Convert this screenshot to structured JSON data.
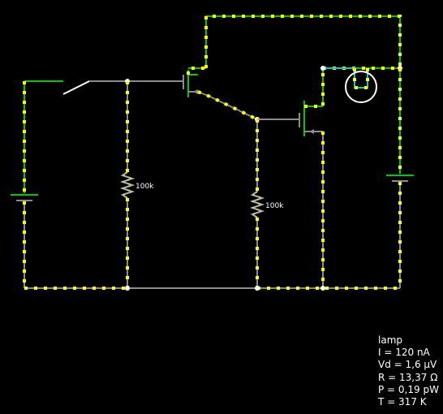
{
  "components": {
    "resistor_1_label": "100k",
    "resistor_2_label": "100k"
  },
  "info": {
    "name": "lamp",
    "current": "I = 120 nA",
    "voltage": "Vd = 1,6 µV",
    "resistance": "R = 13,37 Ω",
    "power": "P = 0,19 pW",
    "temperature": "T = 317 K"
  },
  "colors": {
    "background": "#000000",
    "wire": "#8c8c8c",
    "wire_high": "#00c800",
    "current_dot": "#ffff00",
    "lamp_wire": "#00c8c8",
    "text": "#ffffff"
  }
}
